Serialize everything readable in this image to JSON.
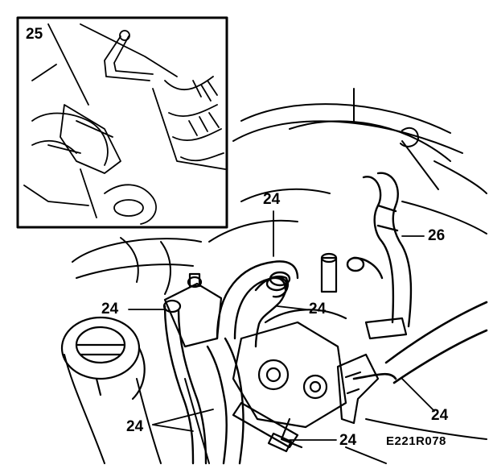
{
  "figure": {
    "inset_label": "25",
    "callouts": [
      {
        "id": "left-pipe",
        "label": "24"
      },
      {
        "id": "top-hose",
        "label": "24"
      },
      {
        "id": "mid-hose",
        "label": "24"
      },
      {
        "id": "return-line",
        "label": "26"
      },
      {
        "id": "right-hose",
        "label": "24"
      },
      {
        "id": "bottom-left-hoses",
        "label": "24"
      },
      {
        "id": "bottom-fitting",
        "label": "24"
      }
    ],
    "reference_code": "E221R078"
  }
}
